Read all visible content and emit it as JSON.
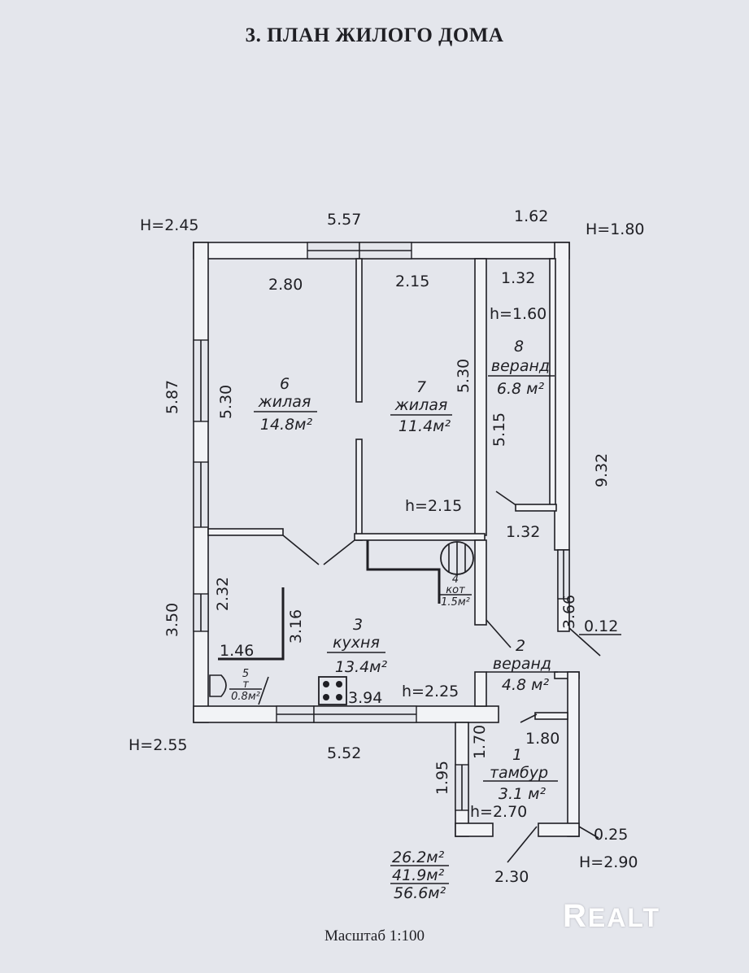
{
  "title": "3. ПЛАН ЖИЛОГО ДОМА",
  "scale_label": "Масштаб  1:100",
  "watermark": "REALT",
  "heights": {
    "top_left": "H=2.45",
    "top_right": "H=1.80",
    "bottom_left": "H=2.55",
    "bottom_right": "H=2.90"
  },
  "dimensions": {
    "top_main": "5.57",
    "top_veranda": "1.62",
    "left_upper": "5.87",
    "left_lower": "3.50",
    "right_total": "9.32",
    "bottom_main": "5.52",
    "room6_width": "2.80",
    "room6_depth": "5.30",
    "room7_width": "2.15",
    "room7_depth": "5.30",
    "veranda8_width_top": "1.32",
    "veranda8_depth": "5.15",
    "veranda8_width_bottom": "1.32",
    "kitchen_left": "2.32",
    "kitchen_partition": "3.16",
    "bath_width": "1.46",
    "kitchen_width": "3.94",
    "veranda2_depth": "3.66",
    "wall_offset": "0.12",
    "vestibule_depth": "1.70",
    "vestibule_width": "1.80",
    "vestibule_outer": "1.95",
    "vestibule_wall": "0.25",
    "vestibule_bottom": "2.30"
  },
  "ceiling_heights": {
    "veranda8": "h=1.60",
    "room7": "h=2.15",
    "kitchen": "h=2.25",
    "vestibule": "h=2.70"
  },
  "rooms": {
    "r6": {
      "num": "6",
      "name": "жилая",
      "area": "14.8м²"
    },
    "r7": {
      "num": "7",
      "name": "жилая",
      "area": "11.4м²"
    },
    "r8": {
      "num": "8",
      "name": "веранд",
      "area": "6.8 м²"
    },
    "r3": {
      "num": "3",
      "name": "кухня",
      "area": "13.4м²"
    },
    "r4": {
      "num": "4",
      "name": "кот",
      "area": "1.5м²"
    },
    "r5": {
      "num": "5",
      "name": "т",
      "area": "0.8м²"
    },
    "r2": {
      "num": "2",
      "name": "веранд",
      "area": "4.8 м²"
    },
    "r1": {
      "num": "1",
      "name": "тамбур",
      "area": "3.1 м²"
    }
  },
  "totals": {
    "living": "26.2м²",
    "total": "41.9м²",
    "overall": "56.6м²"
  }
}
